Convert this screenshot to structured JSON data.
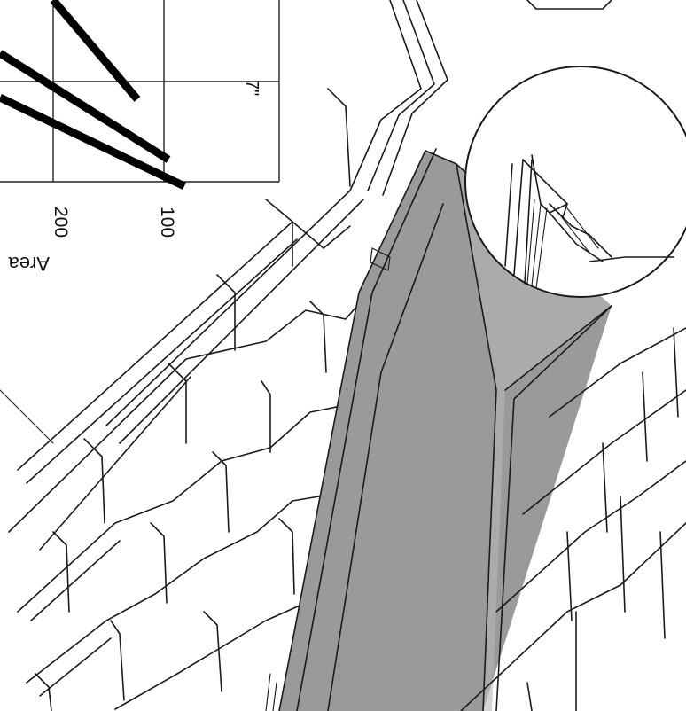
{
  "chart_inset": {
    "tick_labels": [
      "200",
      "100"
    ],
    "axis_label": "Area",
    "curve_label": "7\""
  },
  "colors": {
    "line": "#1a1a1a",
    "valley_fill": "#9a9a9a",
    "background": "#ffffff"
  }
}
